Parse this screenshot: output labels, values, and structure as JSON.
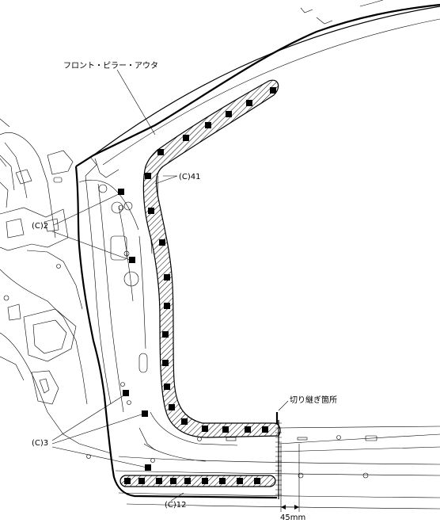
{
  "labels": {
    "part_name": "フロント・ピラー・アウタ",
    "weld_c41": "(C)41",
    "weld_c2": "(C)2",
    "weld_c3": "(C)3",
    "weld_c12": "(C)12",
    "cut_point": "切り継ぎ箇所",
    "dimension": "45mm"
  },
  "colors": {
    "line": "#000000",
    "background": "#ffffff"
  }
}
